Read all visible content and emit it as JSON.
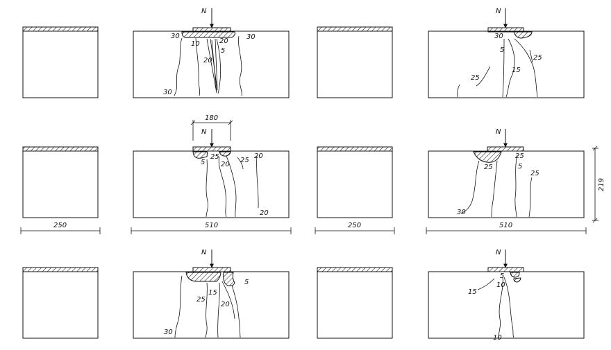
{
  "load_label": "N",
  "dimensions": {
    "width_small": "250",
    "width_large": "510",
    "width_load": "180",
    "height": "219"
  },
  "rows": [
    {
      "large_left": {
        "labels": [
          "30",
          "30",
          "10",
          "20",
          "5",
          "20",
          "30"
        ]
      },
      "large_right": {
        "labels": [
          "30",
          "25",
          "5",
          "25",
          "15"
        ]
      }
    },
    {
      "large_left": {
        "labels": [
          "5",
          "25",
          "20",
          "25",
          "20",
          "20"
        ]
      },
      "large_right": {
        "labels": [
          "25",
          "25",
          "5",
          "25",
          "30"
        ]
      }
    },
    {
      "large_left": {
        "labels": [
          "5",
          "15",
          "25",
          "20",
          "30"
        ]
      },
      "large_right": {
        "labels": [
          "5",
          "10",
          "15",
          "10"
        ]
      }
    }
  ],
  "colors": {
    "line": "#111111",
    "background": "#ffffff"
  }
}
